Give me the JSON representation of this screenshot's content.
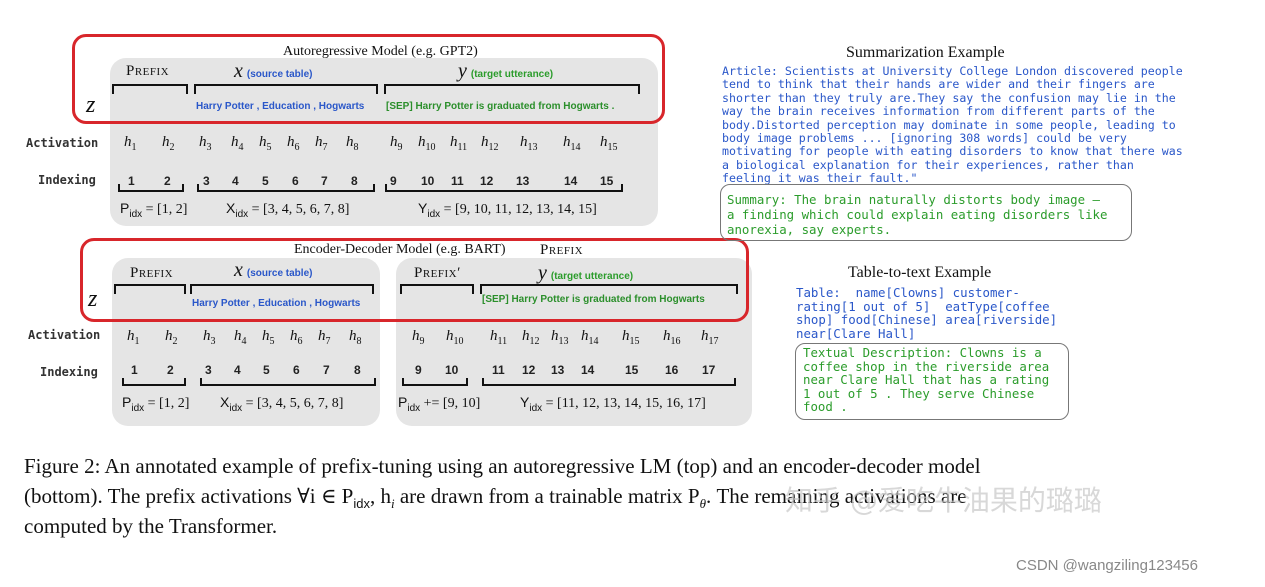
{
  "top": {
    "title": "Autoregressive Model (e.g. GPT2)",
    "z": "z",
    "prefix_label": "Prefix",
    "x_label": "x",
    "x_sub": "(source table)",
    "y_label": "y",
    "y_sub": "(target utterance)",
    "x_tokens": "Harry  Potter  ,  Education  ,  Hogwarts",
    "y_tokens": "[SEP]  Harry  Potter   is  graduated  from  Hogwarts  .",
    "activation_label": "Activation",
    "indexing_label": "Indexing",
    "h_prefix": [
      "1",
      "2"
    ],
    "h_x": [
      "3",
      "4",
      "5",
      "6",
      "7",
      "8"
    ],
    "h_y": [
      "9",
      "10",
      "11",
      "12",
      "13",
      "14",
      "15"
    ],
    "idx_prefix": [
      "1",
      "2"
    ],
    "idx_x": [
      "3",
      "4",
      "5",
      "6",
      "7",
      "8"
    ],
    "idx_y": [
      "9",
      "10",
      "11",
      "12",
      "13",
      "14",
      "15"
    ],
    "p_idx_name": "P",
    "p_idx_val": "= [1, 2]",
    "x_idx_name": "X",
    "x_idx_val": "= [3, 4, 5, 6, 7, 8]",
    "y_idx_name": "Y",
    "y_idx_val": "= [9, 10, 11, 12, 13, 14, 15]",
    "idx_sub": "idx"
  },
  "bottom": {
    "title": "Encoder-Decoder Model (e.g. BART)",
    "prefix_top": "Prefix",
    "z": "z",
    "prefix_label": "Prefix",
    "x_label": "x",
    "x_sub": "(source table)",
    "prefix2_label": "Prefix′",
    "y_label": "y",
    "y_sub": "(target utterance)",
    "x_tokens": "Harry   Potter  ,  Education  ,  Hogwarts",
    "y_tokens": "[SEP]  Harry  Potter   is  graduated  from  Hogwarts",
    "activation_label": "Activation",
    "indexing_label": "Indexing",
    "h_prefix": [
      "1",
      "2"
    ],
    "h_x": [
      "3",
      "4",
      "5",
      "6",
      "7",
      "8"
    ],
    "h_p2": [
      "9",
      "10"
    ],
    "h_y": [
      "11",
      "12",
      "13",
      "14",
      "15",
      "16",
      "17"
    ],
    "idx_prefix": [
      "1",
      "2"
    ],
    "idx_x": [
      "3",
      "4",
      "5",
      "6",
      "7",
      "8"
    ],
    "idx_p2": [
      "9",
      "10"
    ],
    "idx_y": [
      "11",
      "12",
      "13",
      "14",
      "15",
      "16",
      "17"
    ],
    "p_idx_name": "P",
    "p_idx_val": "= [1, 2]",
    "x_idx_name": "X",
    "x_idx_val": "= [3, 4, 5, 6, 7, 8]",
    "p2_idx_name": "P",
    "p2_idx_val": "+= [9, 10]",
    "y_idx_name": "Y",
    "y_idx_val": "= [11, 12, 13, 14, 15, 16, 17]",
    "idx_sub": "idx"
  },
  "summarization": {
    "title": "Summarization Example",
    "article": "Article: Scientists at University College London discovered people\ntend to think that their hands are wider and their fingers are\nshorter than they truly are.They say the confusion may lie in the\nway the brain receives information from different parts of the\nbody.Distorted perception may dominate in some people, leading to\nbody image problems ... [ignoring 308 words] could be very\nmotivating for people with eating disorders to know that there was\na biological explanation for their experiences, rather than\nfeeling it was their fault.\"",
    "summary": "Summary: The brain naturally distorts body image –\na finding which could explain eating disorders like\nanorexia, say experts."
  },
  "table_to_text": {
    "title": "Table-to-text Example",
    "table": "Table:  name[Clowns] customer-\nrating[1 out of 5]  eatType[coffee\nshop] food[Chinese] area[riverside]\nnear[Clare Hall]",
    "description": "Textual Description: Clowns is a\ncoffee shop in the riverside area\nnear Clare Hall that has a rating\n1 out of 5 . They serve Chinese\nfood ."
  },
  "caption": {
    "line1": "Figure 2:  An annotated example of prefix-tuning using an autoregressive LM (top) and an encoder-decoder model",
    "line2": "(bottom). The prefix activations ∀i ∈ P",
    "line2_sub": "idx",
    "line2_rest": ", h",
    "line2_hsub": "i",
    "line2_end": " are drawn from a trainable matrix P",
    "line2_theta": "θ",
    "line2_tail": ". The remaining activations are",
    "line3": "computed by the Transformer."
  },
  "watermarks": {
    "zhihu": "知乎 @爱吃牛油果的璐璐",
    "csdn": "CSDN @wangziling123456"
  },
  "colors": {
    "red_box": "#d8262b",
    "blue_text": "#2a57c9",
    "green_text": "#2b9c2b",
    "panel_bg": "#e5e5e5"
  }
}
